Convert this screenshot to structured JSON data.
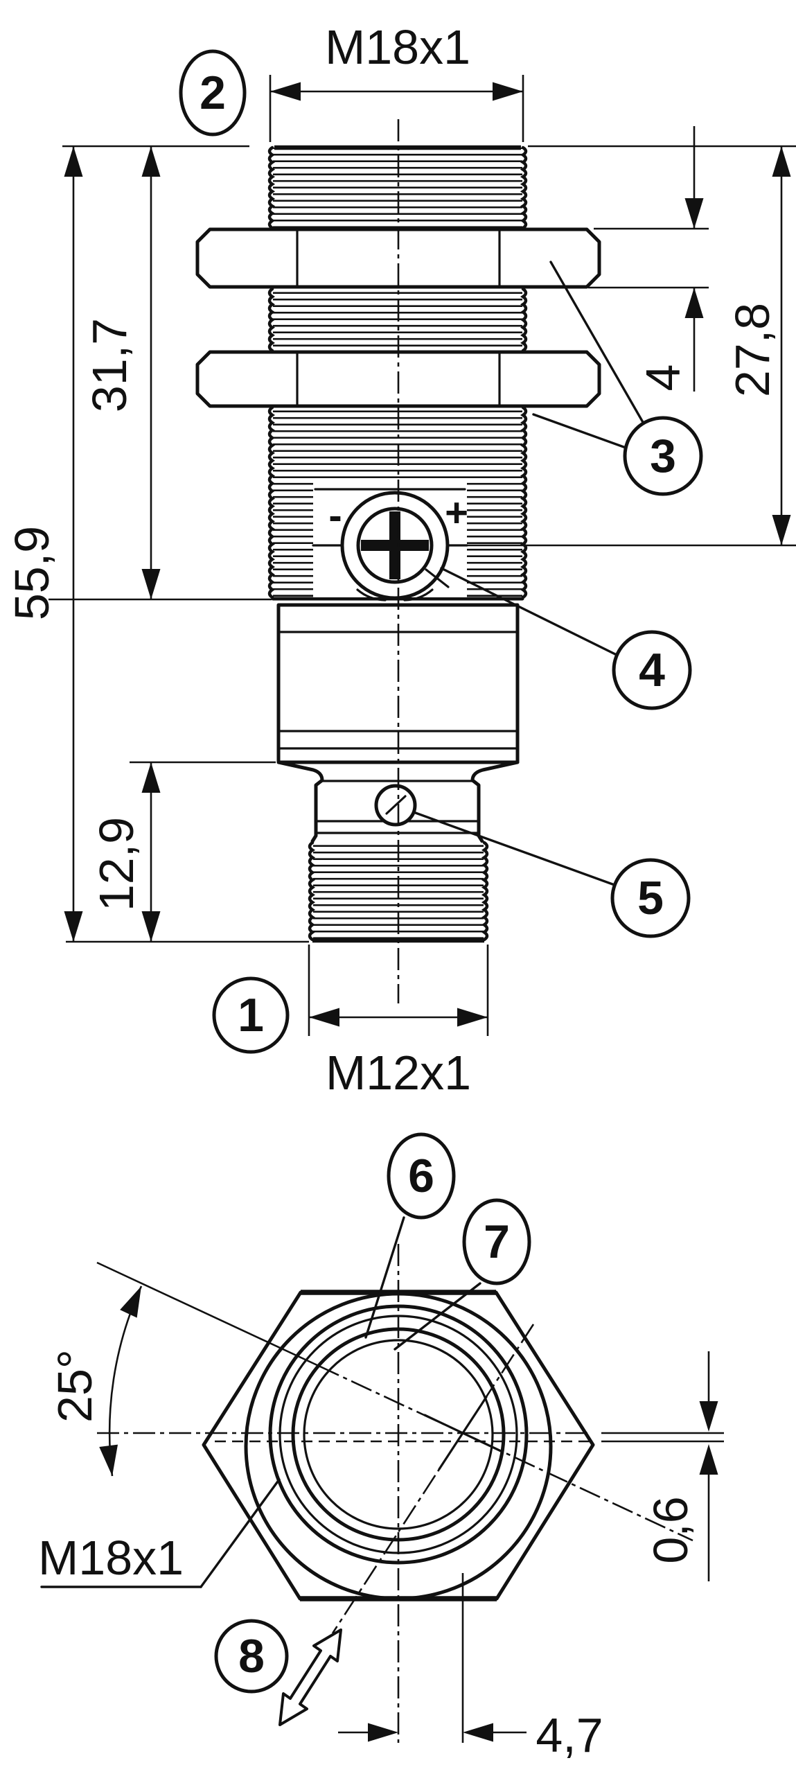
{
  "drawing_type": "sensor dimensional drawing",
  "colors": {
    "line": "#111111",
    "background": "#ffffff"
  },
  "side": {
    "m18": "M18x1",
    "total": "55,9",
    "upper": "31,7",
    "lower": "12,9",
    "nut": "4",
    "pot": "27,8",
    "m12": "M12x1",
    "minus": "-",
    "plus": "+"
  },
  "face": {
    "angle": "25°",
    "thread": "M18x1",
    "offset": "0,6",
    "axis_offset": "4,7"
  },
  "callouts": {
    "c1": "1",
    "c2": "2",
    "c3": "3",
    "c4": "4",
    "c5": "5",
    "c6": "6",
    "c7": "7",
    "c8": "8"
  }
}
